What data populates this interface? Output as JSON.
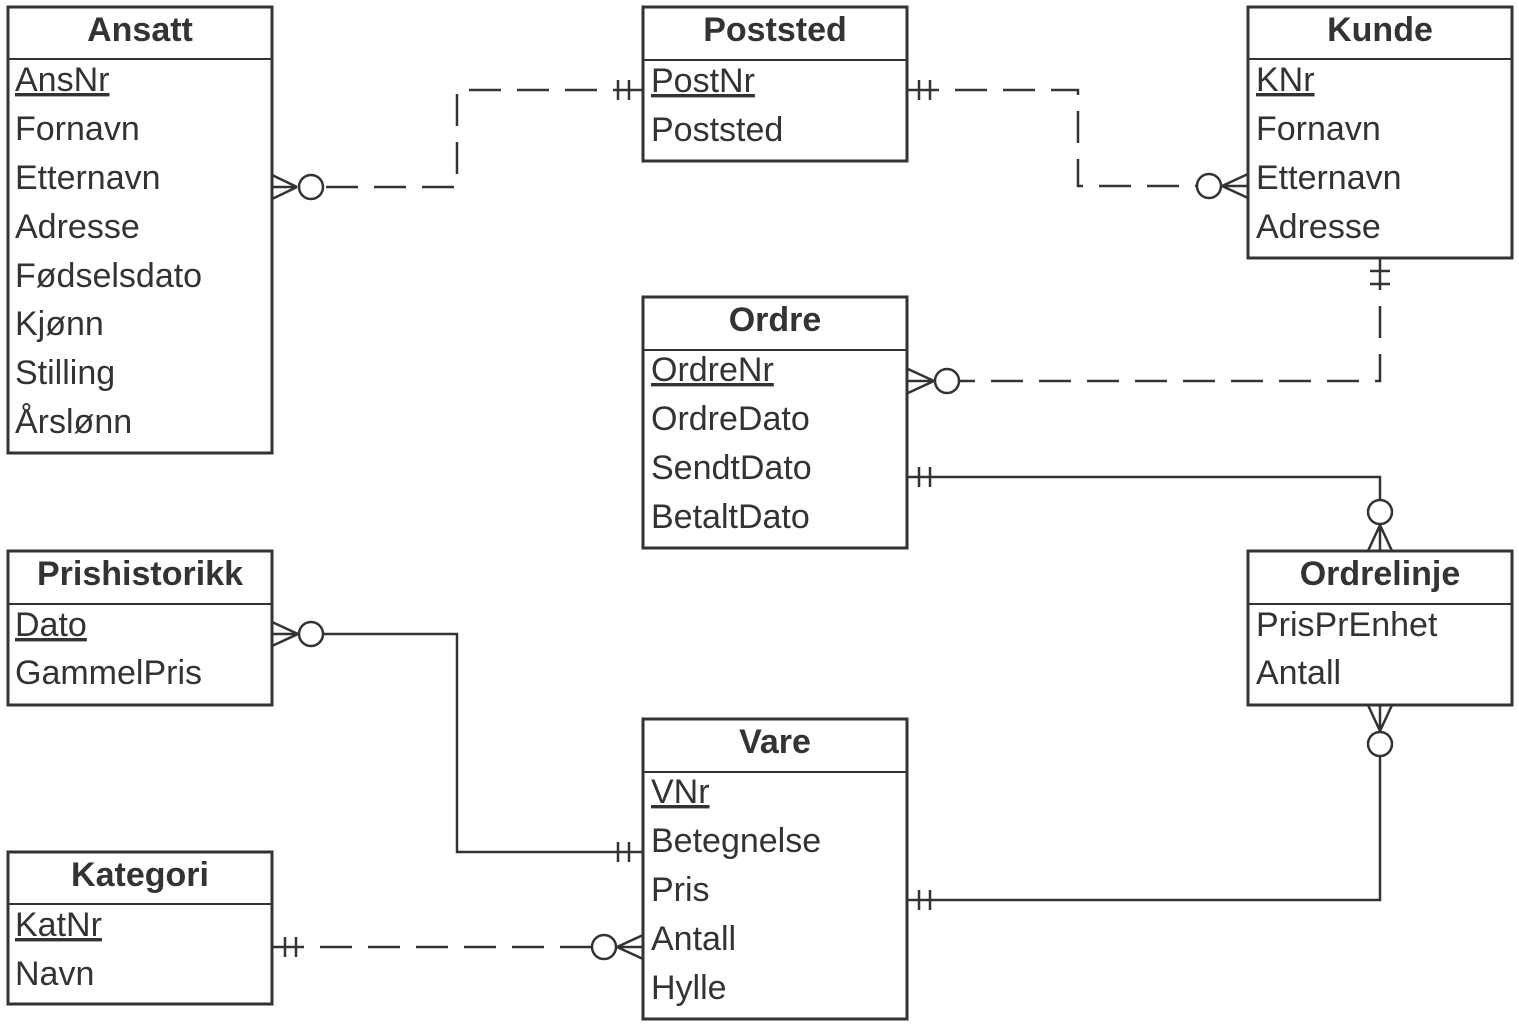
{
  "entities": {
    "ansatt": {
      "title": "Ansatt",
      "attributes": [
        {
          "name": "AnsNr",
          "key": true
        },
        {
          "name": "Fornavn",
          "key": false
        },
        {
          "name": "Etternavn",
          "key": false
        },
        {
          "name": "Adresse",
          "key": false
        },
        {
          "name": "Fødselsdato",
          "key": false
        },
        {
          "name": "Kjønn",
          "key": false
        },
        {
          "name": "Stilling",
          "key": false
        },
        {
          "name": "Årslønn",
          "key": false
        }
      ]
    },
    "poststed": {
      "title": "Poststed",
      "attributes": [
        {
          "name": "PostNr",
          "key": true
        },
        {
          "name": "Poststed",
          "key": false
        }
      ]
    },
    "kunde": {
      "title": "Kunde",
      "attributes": [
        {
          "name": "KNr",
          "key": true
        },
        {
          "name": "Fornavn",
          "key": false
        },
        {
          "name": "Etternavn",
          "key": false
        },
        {
          "name": "Adresse",
          "key": false
        }
      ]
    },
    "ordre": {
      "title": "Ordre",
      "attributes": [
        {
          "name": "OrdreNr",
          "key": true
        },
        {
          "name": "OrdreDato",
          "key": false
        },
        {
          "name": "SendtDato",
          "key": false
        },
        {
          "name": "BetaltDato",
          "key": false
        }
      ]
    },
    "prishistorikk": {
      "title": "Prishistorikk",
      "attributes": [
        {
          "name": "Dato",
          "key": true
        },
        {
          "name": "GammelPris",
          "key": false
        }
      ]
    },
    "ordrelinje": {
      "title": "Ordrelinje",
      "attributes": [
        {
          "name": "PrisPrEnhet",
          "key": false
        },
        {
          "name": "Antall",
          "key": false
        }
      ]
    },
    "vare": {
      "title": "Vare",
      "attributes": [
        {
          "name": "VNr",
          "key": true
        },
        {
          "name": "Betegnelse",
          "key": false
        },
        {
          "name": "Pris",
          "key": false
        },
        {
          "name": "Antall",
          "key": false
        },
        {
          "name": "Hylle",
          "key": false
        }
      ]
    },
    "kategori": {
      "title": "Kategori",
      "attributes": [
        {
          "name": "KatNr",
          "key": true
        },
        {
          "name": "Navn",
          "key": false
        }
      ]
    }
  },
  "relationships": [
    {
      "from": "poststed",
      "from_cardinality": "exactly-one",
      "to": "ansatt",
      "to_cardinality": "zero-or-many",
      "identifying": false
    },
    {
      "from": "poststed",
      "from_cardinality": "exactly-one",
      "to": "kunde",
      "to_cardinality": "zero-or-many",
      "identifying": false
    },
    {
      "from": "kunde",
      "from_cardinality": "exactly-one",
      "to": "ordre",
      "to_cardinality": "zero-or-many",
      "identifying": false
    },
    {
      "from": "ordre",
      "from_cardinality": "exactly-one",
      "to": "ordrelinje",
      "to_cardinality": "zero-or-many",
      "identifying": true
    },
    {
      "from": "vare",
      "from_cardinality": "exactly-one",
      "to": "ordrelinje",
      "to_cardinality": "zero-or-many",
      "identifying": true
    },
    {
      "from": "vare",
      "from_cardinality": "exactly-one",
      "to": "prishistorikk",
      "to_cardinality": "zero-or-many",
      "identifying": true
    },
    {
      "from": "kategori",
      "from_cardinality": "exactly-one",
      "to": "vare",
      "to_cardinality": "zero-or-many",
      "identifying": false
    }
  ],
  "colors": {
    "line": "#333333",
    "fill": "#ffffff"
  }
}
